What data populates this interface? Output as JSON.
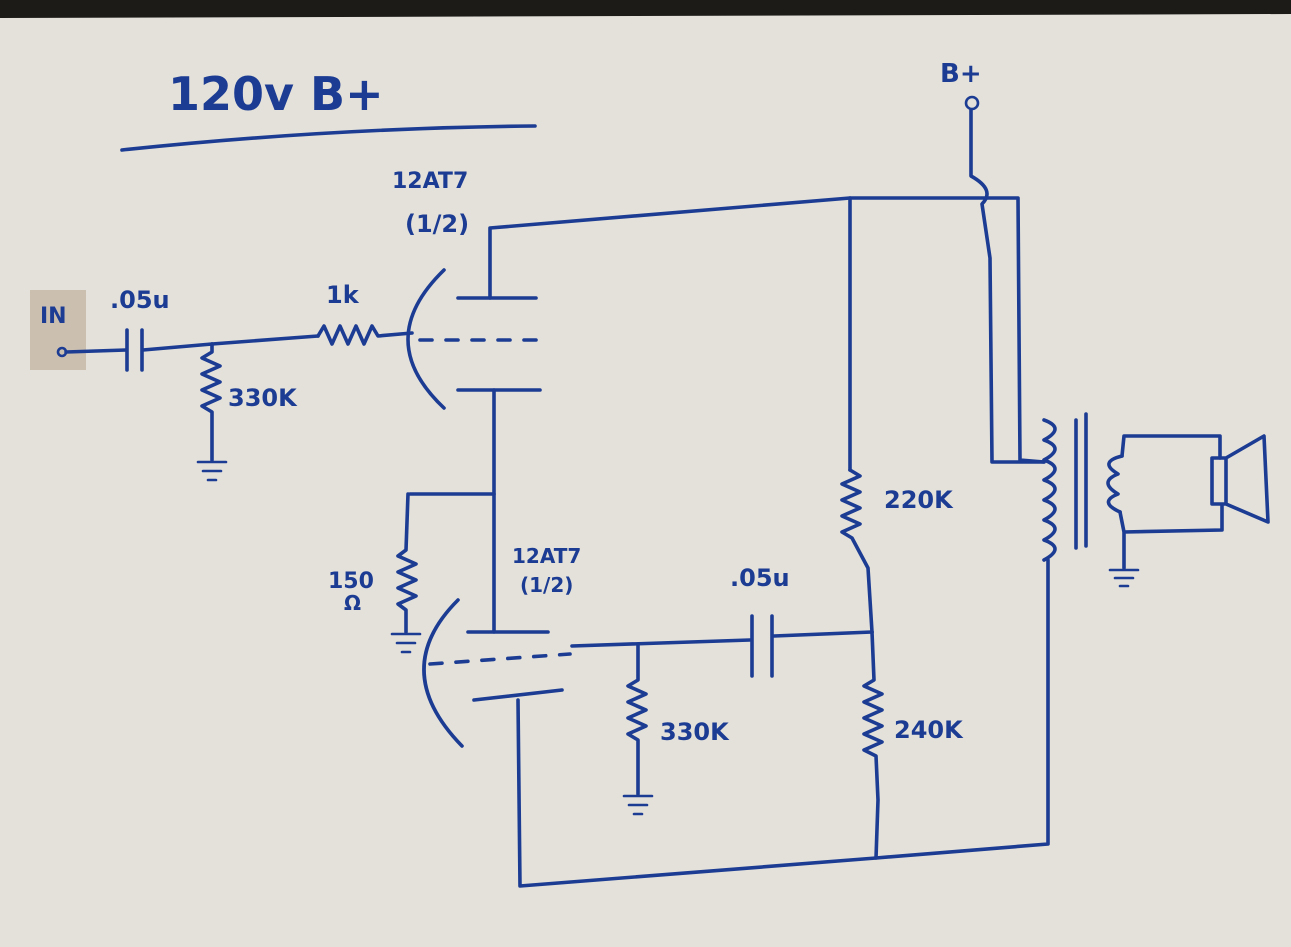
{
  "title": "120v B+",
  "supply_label": "B+",
  "input_label": "IN",
  "components": {
    "input_cap": ".05u",
    "grid_stopper": "1k",
    "input_grid_resistor": "330K",
    "tube_top_type": "12AT7",
    "tube_top_fraction": "(1/2)",
    "tube_bottom_type": "12AT7",
    "tube_bottom_fraction": "(1/2)",
    "cathode_resistor": "150",
    "cathode_resistor_unit": "Ω",
    "coupling_cap": ".05u",
    "grid_resistor_2": "330K",
    "divider_upper": "220K",
    "divider_lower": "240K"
  },
  "colors": {
    "paper": "#e3e1d9",
    "ink": "#1c3c93"
  }
}
